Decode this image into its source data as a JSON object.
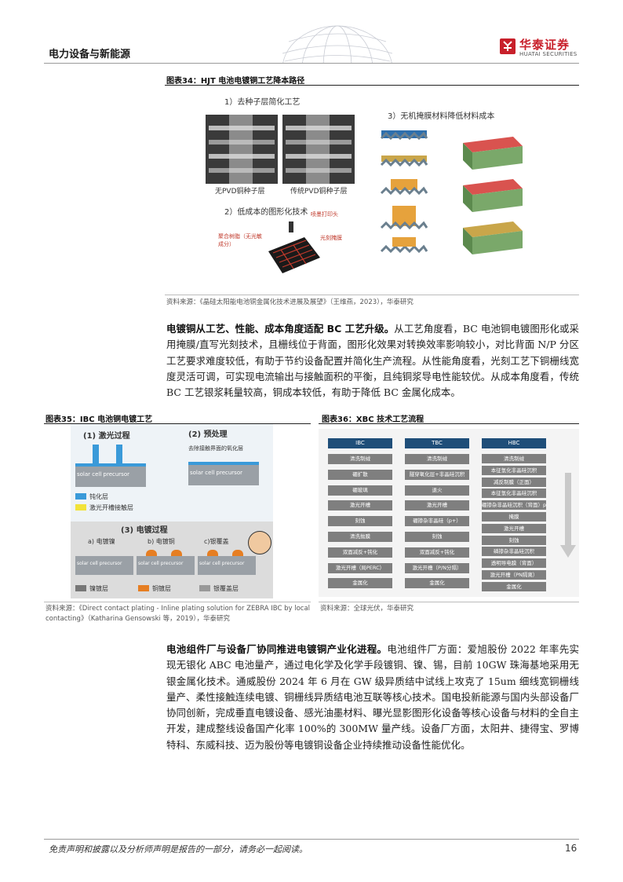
{
  "header": {
    "section": "电力设备与新能源",
    "logo_cn": "华泰证券",
    "logo_en": "HUATAI SECURITIES"
  },
  "fig34": {
    "title": "图表34：HJT 电池电镀铜工艺降本路径",
    "step1": "1）去种子层简化工艺",
    "label_a": "无PVD铜种子层",
    "label_b": "传统PVD铜种子层",
    "step2": "2）低成本的图形化技术",
    "note_spray": "喷墨打印头",
    "note_mask": "光刻掩膜",
    "note_poly": "聚合树脂（无光敏成分）",
    "step3": "3）无机掩膜材料降低材料成本",
    "source": "资料来源：《晶硅太阳能电池铜金属化技术进展及展望》（王维燕，2023），华泰研究"
  },
  "para1": {
    "bold": "电镀铜从工艺、性能、成本角度适配 BC 工艺升级。",
    "text": "从工艺角度看，BC 电池铜电镀图形化或采用掩膜/直写光刻技术，且栅线位于背面，图形化效果对转换效率影响较小，对比背面 N/P 分区工艺要求难度较低，有助于节约设备配置并简化生产流程。从性能角度看，光刻工艺下铜栅线宽度灵活可调，可实现电流输出与接触面积的平衡，且纯铜浆导电性能较优。从成本角度看，传统 BC 工艺银浆耗量较高，铜成本较低，有助于降低 BC 金属化成本。"
  },
  "fig35": {
    "title": "图表35：IBC 电池铜电镀工艺",
    "p1": "(1) 激光过程",
    "p2": "(2) 预处理",
    "p2_note": "去除接触界面的氧化层",
    "precursor": "solar cell precursor",
    "leg1": "钝化层",
    "leg2": "激光开槽接触层",
    "p3": "(3) 电镀过程",
    "a": "a) 电镀镍",
    "b": "b) 电镀铜",
    "c": "c)银覆盖",
    "leg3": "镍镀层",
    "leg4": "铜镀层",
    "leg5": "银覆盖层",
    "source": "资料来源：《Direct contact plating - Inline plating solution for ZEBRA IBC by local contacting》（Katharina Gensowski 等，2019），华泰研究"
  },
  "fig36": {
    "title": "图表36：XBC 技术工艺流程",
    "cols": [
      {
        "head": "IBC",
        "cells": [
          "清洗制绒",
          "硼扩散",
          "硼玻璃",
          "激光开槽",
          "刻蚀",
          "清洗抛膜",
          "双面减反+钝化",
          "激光开槽（局PERC）",
          "金属化"
        ]
      },
      {
        "head": "TBC",
        "cells": [
          "清洗制绒",
          "隧穿氧化层+非晶硅沉积",
          "退火",
          "激光开槽",
          "硼掺杂非晶硅（p+）",
          "刻蚀",
          "双面减反+钝化",
          "激光开槽（P/N分隔）",
          "金属化"
        ]
      },
      {
        "head": "HBC",
        "cells": [
          "清洗制绒",
          "本征氢化非晶硅沉积",
          "减反制膜（正面）",
          "本征氢化非晶硅沉积",
          "硼掺杂非晶硅沉积（背面）p+",
          "掩膜",
          "激光开槽",
          "刻蚀",
          "磷掺杂非晶硅沉积",
          "透明导电膜（背面）",
          "激光开槽（PN隔离）",
          "金属化"
        ]
      }
    ],
    "source": "资料来源：全球光伏，华泰研究"
  },
  "para2": {
    "bold": "电池组件厂与设备厂协同推进电镀铜产业化进程。",
    "text": "电池组件厂方面：爱旭股份 2022 年率先实现无银化 ABC 电池量产，通过电化学及化学手段镀铜、镍、锡，目前 10GW 珠海基地采用无银金属化技术。通威股份 2024 年 6 月在 GW 级异质结中试线上攻克了 15um 细线宽铜栅线量产、柔性接触连续电镀、铜栅线异质结电池互联等核心技术。国电投新能源与国内头部设备厂协同创新，完成垂直电镀设备、感光油墨材料、曝光显影图形化设备等核心设备与材料的全自主开发，建成整线设备国产化率 100%的 300MW 量产线。设备厂方面，太阳井、捷得宝、罗博特科、东威科技、迈为股份等电镀铜设备企业持续推动设备性能优化。"
  },
  "footer": {
    "disclaimer": "免责声明和披露以及分析师声明是报告的一部分，请务必一起阅读。",
    "page": "16"
  },
  "colors": {
    "brand_red": "#c8202b",
    "navy": "#1f4e79"
  }
}
